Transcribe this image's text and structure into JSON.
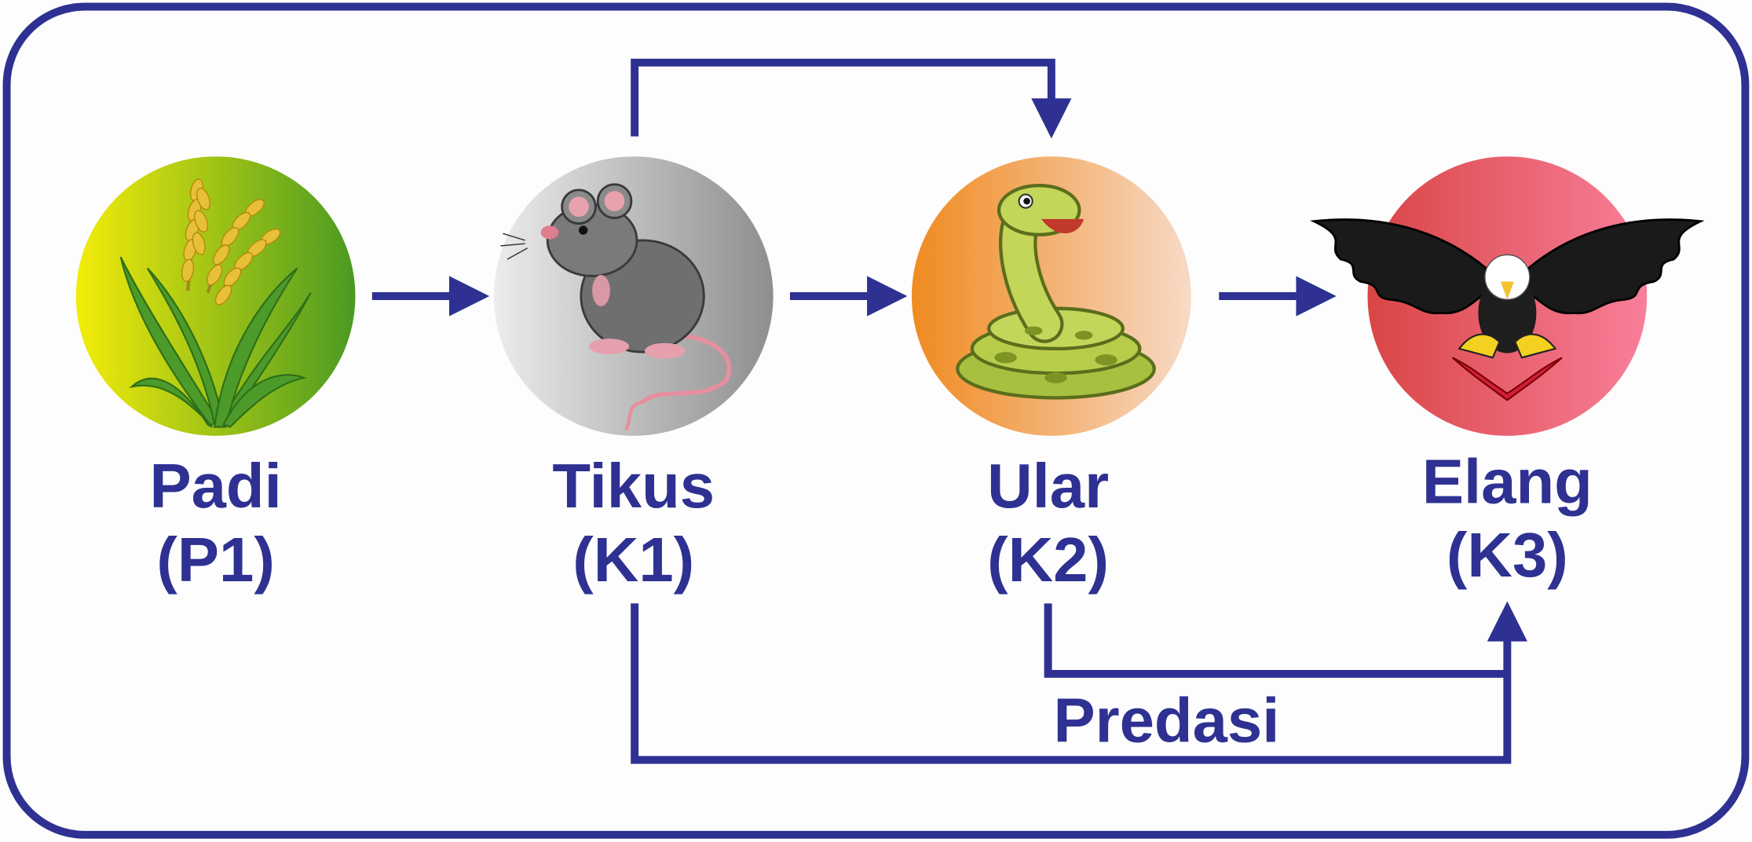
{
  "diagram": {
    "nodes": [
      {
        "id": "padi",
        "name": "Padi",
        "code": "(P1)",
        "icon": "rice-plant-icon"
      },
      {
        "id": "tikus",
        "name": "Tikus",
        "code": "(K1)",
        "icon": "rat-icon"
      },
      {
        "id": "ular",
        "name": "Ular",
        "code": "(K2)",
        "icon": "snake-icon"
      },
      {
        "id": "elang",
        "name": "Elang",
        "code": "(K3)",
        "icon": "eagle-icon"
      }
    ],
    "edges": [
      {
        "from": "padi",
        "to": "tikus"
      },
      {
        "from": "tikus",
        "to": "ular"
      },
      {
        "from": "ular",
        "to": "elang"
      },
      {
        "from": "tikus",
        "to": "ular",
        "route": "over-top"
      },
      {
        "from": "ular",
        "to": "elang",
        "route": "below"
      },
      {
        "from": "tikus",
        "to": "elang",
        "route": "below"
      }
    ],
    "predation_label": "Predasi",
    "colors": {
      "accent": "#2e3192",
      "padi_circle": [
        "#f4ec0a",
        "#4a9a22"
      ],
      "tikus_circle": [
        "#ececec",
        "#8e8e8e"
      ],
      "ular_circle": [
        "#f08a20",
        "#f7dac6"
      ],
      "elang_circle": [
        "#d94545",
        "#f87f9a"
      ]
    }
  }
}
